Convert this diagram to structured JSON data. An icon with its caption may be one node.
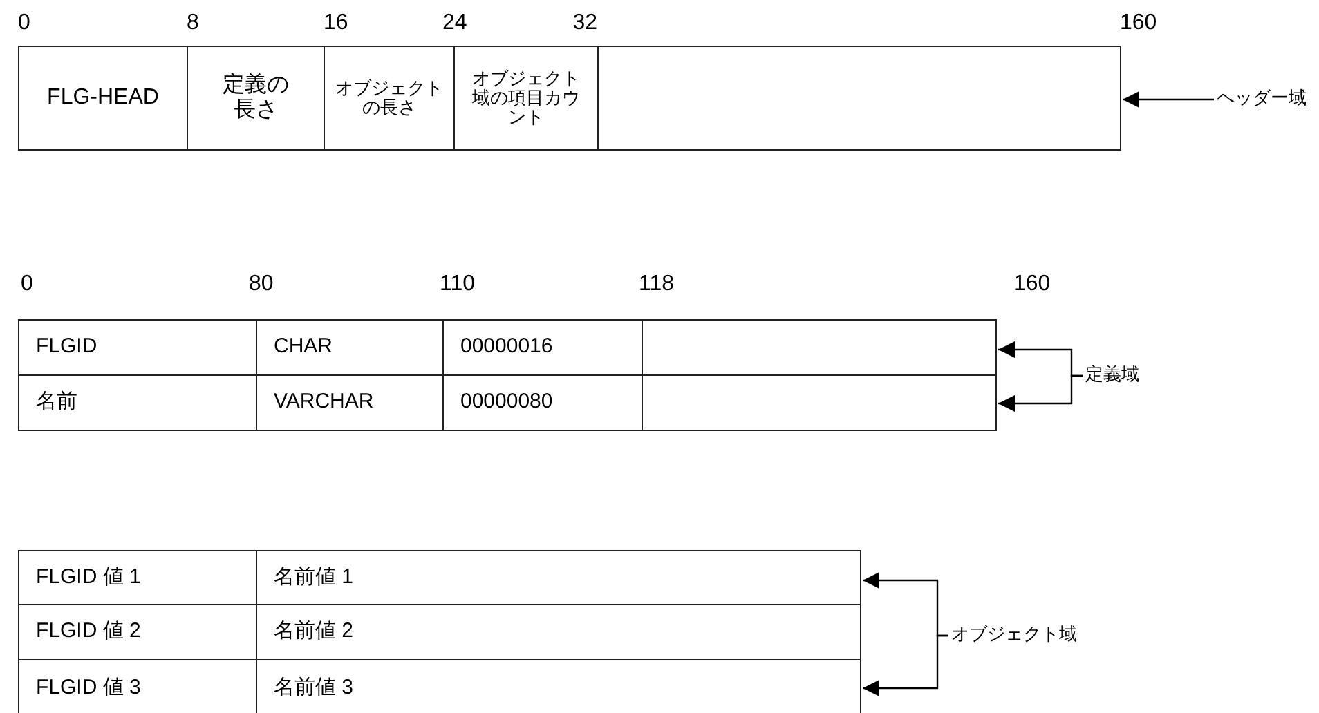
{
  "diagram": {
    "nodes": [
      {
        "text": [
          "FLG-HEAD"
        ]
      },
      {
        "text": [
          "定義の長さ"
        ]
      },
      {
        "text": [
          "オブジェクトの長さ"
        ]
      },
      {
        "text": [
          "オブジェクト域の項目カウント"
        ]
      },
      {
        "text": [],
        "shape": "box"
      },
      {
        "text": [
          "ヘッダー域"
        ]
      },
      {
        "text": [
          "FLGID"
        ]
      },
      {
        "text": [
          "CHAR"
        ]
      },
      {
        "text": [
          "00000016"
        ]
      },
      {
        "text": [],
        "shape": "box"
      },
      {
        "text": [
          "名前"
        ]
      },
      {
        "text": [
          "VARCHAR"
        ]
      },
      {
        "text": [
          "00000080"
        ]
      },
      {
        "text": [],
        "shape": "box"
      },
      {
        "text": [
          "定義域"
        ]
      },
      {
        "text": [
          "FLGID 値 1"
        ]
      },
      {
        "text": [
          "名前値 1"
        ]
      },
      {
        "text": [
          "FLGID 値 2"
        ]
      },
      {
        "text": [
          "名前値 2"
        ]
      },
      {
        "text": [
          "FLGID 値 3"
        ]
      },
      {
        "text": [
          "名前値 3"
        ]
      },
      {
        "text": [
          "オブジェクト域"
        ]
      }
    ],
    "edges": [
      {
        "from": 5,
        "to": 4,
        "arrow": "to"
      },
      {
        "from": 14,
        "to": 9,
        "arrow": "to"
      },
      {
        "from": 14,
        "to": 13,
        "arrow": "to"
      },
      {
        "from": 21,
        "to": 16,
        "arrow": "to"
      },
      {
        "from": 21,
        "to": 20,
        "arrow": "to"
      }
    ],
    "labels": [
      "0",
      "8",
      "16",
      "24",
      "32",
      "160",
      "0",
      "80",
      "110",
      "118",
      "160"
    ]
  }
}
